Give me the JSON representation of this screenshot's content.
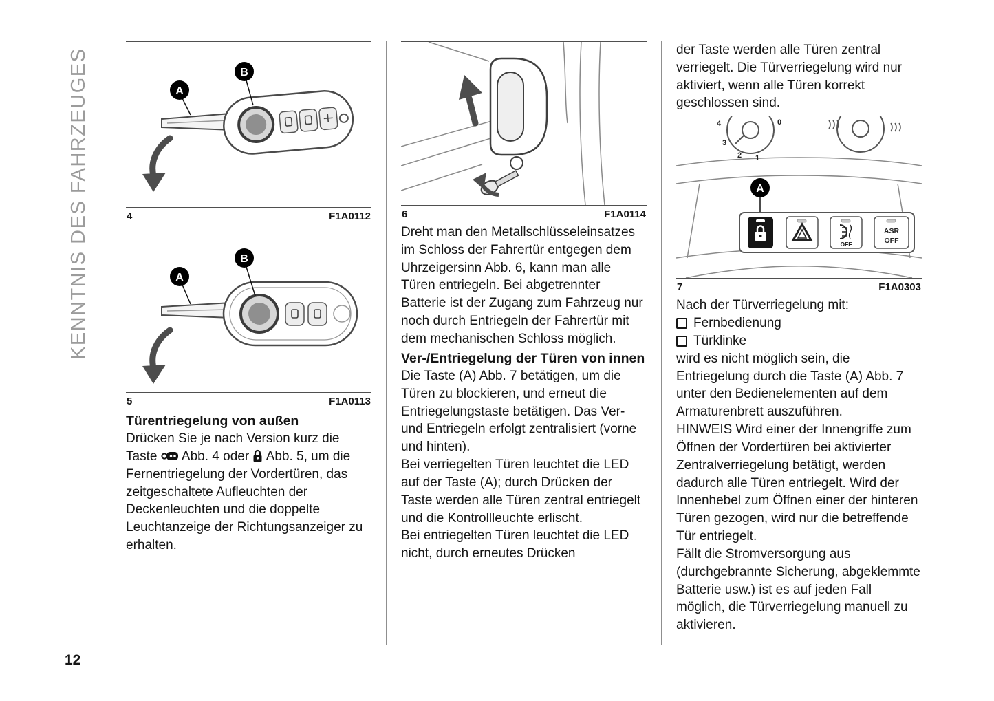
{
  "page": {
    "section_title": "KENNTNIS DES FAHRZEUGES",
    "page_number": "12"
  },
  "figures": {
    "fig4": {
      "number": "4",
      "code": "F1A0112",
      "label_a": "A",
      "label_b": "B"
    },
    "fig5": {
      "number": "5",
      "code": "F1A0113",
      "label_a": "A",
      "label_b": "B"
    },
    "fig6": {
      "number": "6",
      "code": "F1A0114"
    },
    "fig7": {
      "number": "7",
      "code": "F1A0303",
      "label_a": "A",
      "knob_numbers": [
        "4",
        "3",
        "2",
        "1",
        "0"
      ],
      "btn_fog_off": "OFF",
      "btn_asr_line1": "ASR",
      "btn_asr_line2": "OFF"
    }
  },
  "col1": {
    "heading": "Türentriegelung von außen",
    "para": {
      "part1": "Drücken Sie je nach Version kurz die Taste ",
      "part2": " Abb. 4 oder ",
      "part3": " Abb. 5, um die Fernentriegelung der Vordertüren, das zeitgeschaltete Aufleuchten der Deckenleuchten und die doppelte Leuchtanzeige der Richtungsanzeiger zu erhalten."
    }
  },
  "col2": {
    "para1": "Dreht man den Metallschlüsseleinsatzes im Schloss der Fahrertür entgegen dem Uhrzeigersinn Abb. 6, kann man alle Türen entriegeln. Bei abgetrennter Batterie ist der Zugang zum Fahrzeug nur noch durch Entriegeln der Fahrertür mit dem mechanischen Schloss möglich.",
    "heading": "Ver-/Entriegelung der Türen von innen",
    "para2": "Die Taste (A) Abb. 7 betätigen, um die Türen zu blockieren, und erneut die Entriegelungstaste betätigen. Das Ver- und Entriegeln erfolgt zentralisiert (vorne und hinten).",
    "para3": "Bei verriegelten Türen leuchtet die LED auf der Taste (A); durch Drücken der Taste werden alle Türen zentral entriegelt und die Kontrollleuchte erlischt.",
    "para4": "Bei entriegelten Türen leuchtet die LED nicht, durch erneutes Drücken"
  },
  "col3": {
    "para1": "der Taste werden alle Türen zentral verriegelt. Die Türverriegelung wird nur aktiviert, wenn alle Türen korrekt geschlossen sind.",
    "para2": "Nach der Türverriegelung mit:",
    "list": [
      "Fernbedienung",
      "Türklinke"
    ],
    "para3": "wird es nicht möglich sein, die Entriegelung durch die Taste (A) Abb. 7 unter den Bedienelementen auf dem Armaturenbrett auszuführen.",
    "para4": "HINWEIS Wird einer der Innengriffe zum Öffnen der Vordertüren bei aktivierter Zentralverriegelung betätigt, werden dadurch alle Türen entriegelt. Wird der Innenhebel zum Öffnen einer der hinteren Türen gezogen, wird nur die betreffende Tür entriegelt.",
    "para5": "Fällt die Stromversorgung aus (durchgebrannte Sicherung, abgeklemmte Batterie usw.) ist es auf jeden Fall möglich, die Türverriegelung manuell zu aktivieren."
  }
}
